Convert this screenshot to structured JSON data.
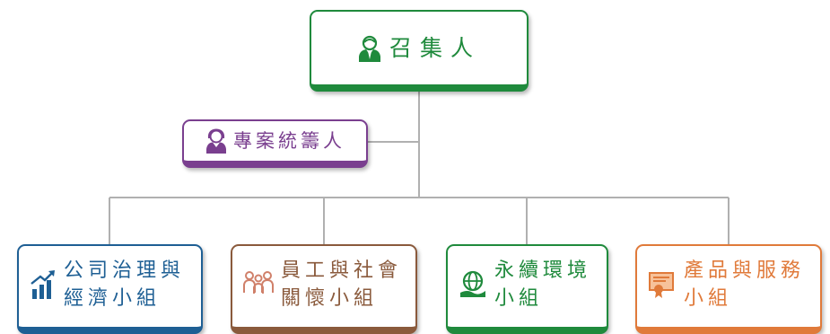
{
  "colors": {
    "connector": "#b0b0b0",
    "convener": "#1f8a3c",
    "coordinator": "#7a3f8f",
    "governance": "#1e5f94",
    "social": "#8a5a3c",
    "environment": "#1f8a3c",
    "product": "#e07a3a"
  },
  "convener": {
    "label": "召集人",
    "icon": "person-icon"
  },
  "coordinator": {
    "label": "專案統籌人",
    "icon": "woman-icon"
  },
  "groups": [
    {
      "line1": "公司治理與",
      "line2": "經濟小組",
      "icon": "growth-chart-icon"
    },
    {
      "line1": "員工與社會",
      "line2": "關懷小組",
      "icon": "people-group-icon"
    },
    {
      "line1": "永續環境",
      "line2": "小組",
      "icon": "globe-hand-icon"
    },
    {
      "line1": "產品與服務",
      "line2": "小組",
      "icon": "certificate-icon"
    }
  ]
}
